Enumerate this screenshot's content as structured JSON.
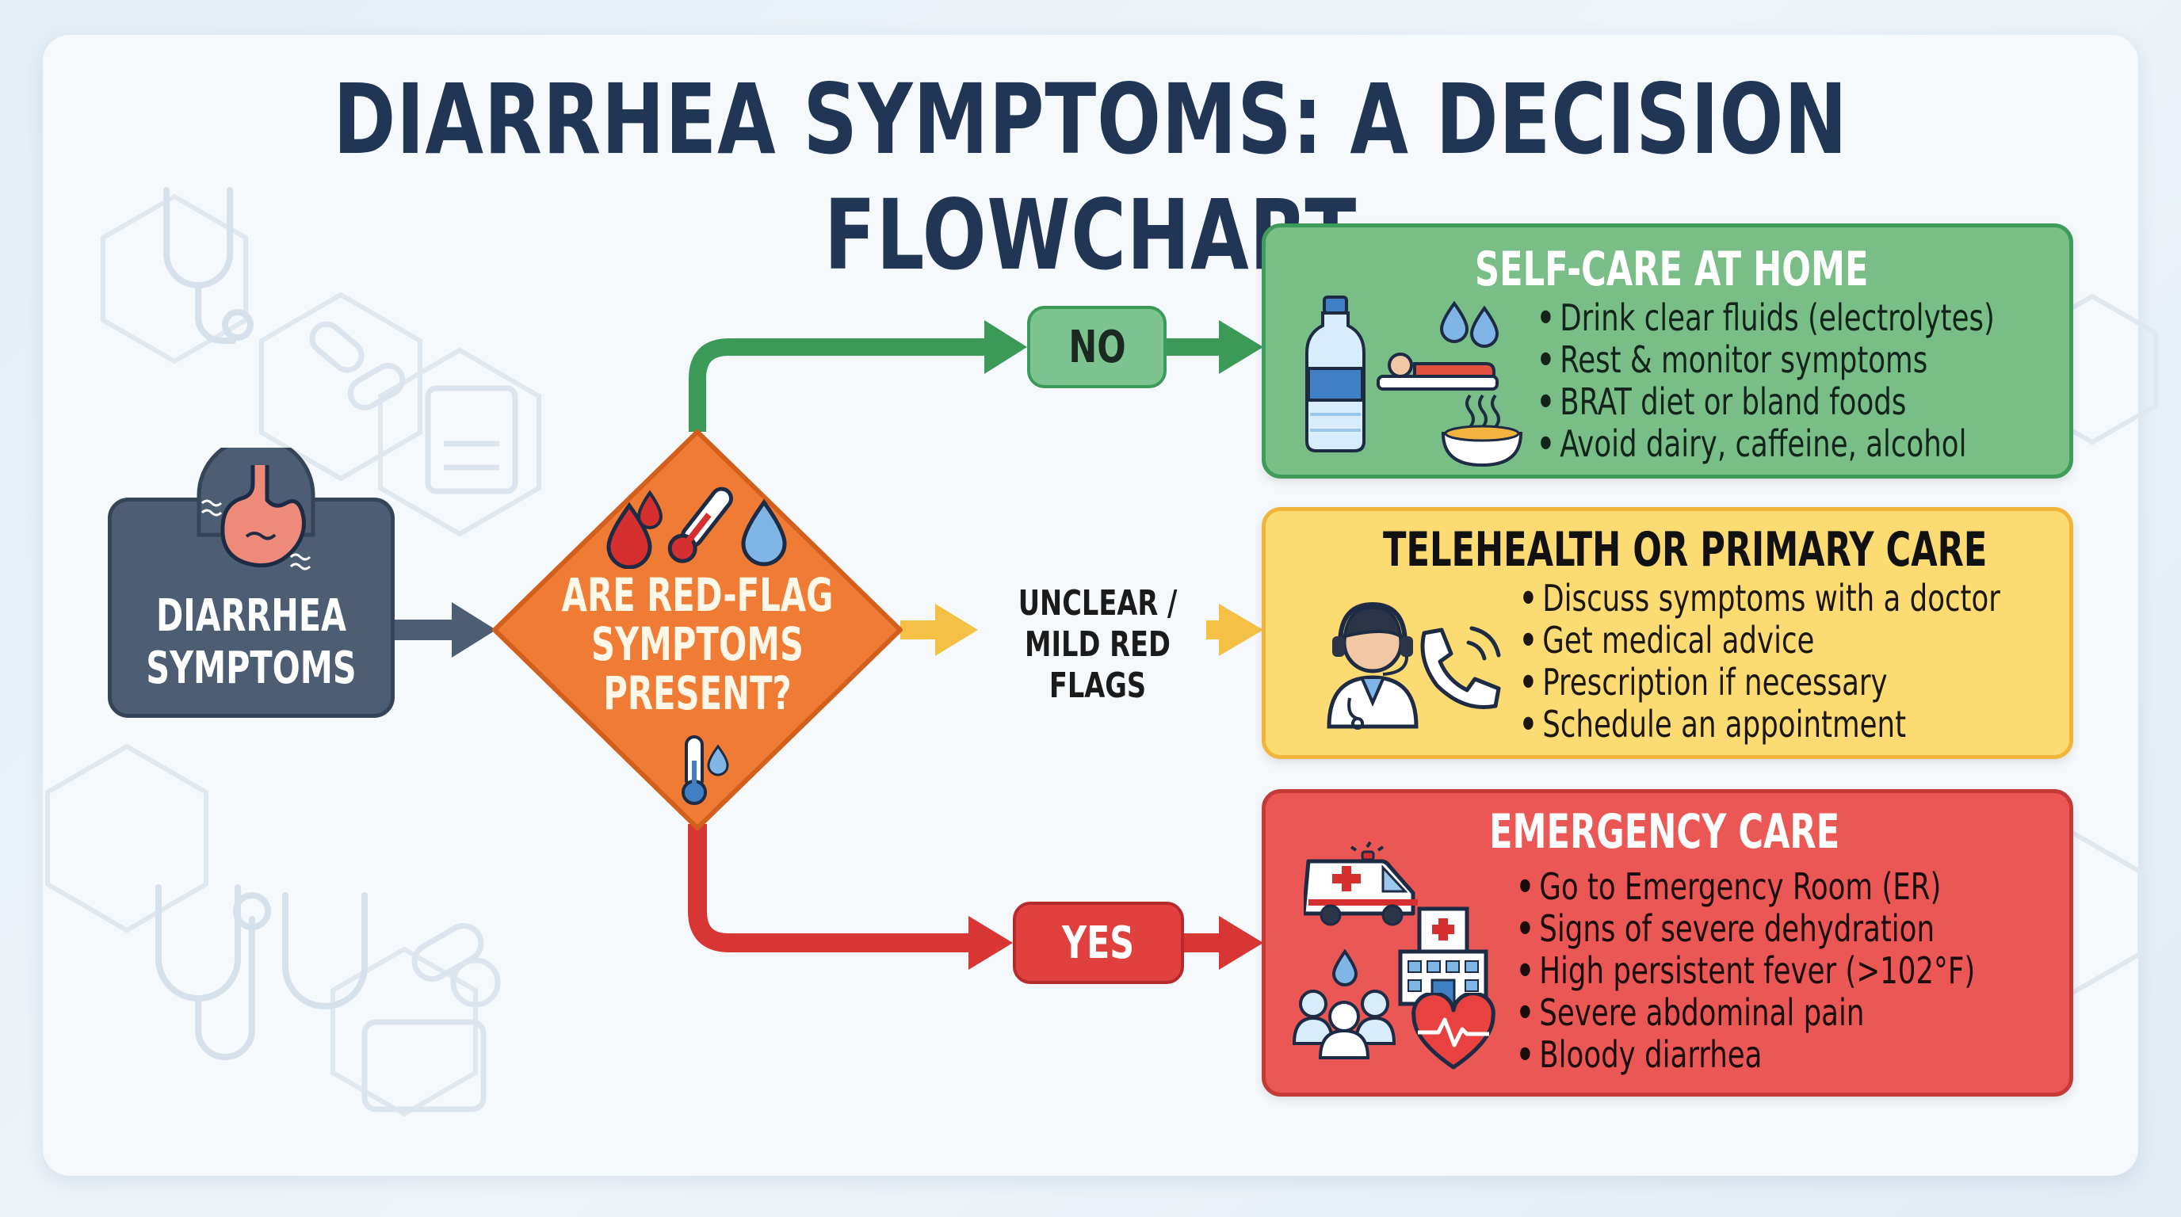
{
  "title": "DIARRHEA SYMPTOMS: A DECISION FLOWCHART",
  "start": {
    "label": "DIARRHEA\nSYMPTOMS",
    "icon": "stomach-icon"
  },
  "decision": {
    "question": "ARE RED-FLAG\nSYMPTOMS\nPRESENT?",
    "icons": [
      "blood-drop-icon",
      "thermometer-icon",
      "water-drop-icon"
    ]
  },
  "branches": {
    "no_label": "NO",
    "unclear_label": "UNCLEAR /\nMILD RED FLAGS",
    "yes_label": "YES"
  },
  "outcomes": {
    "self_care": {
      "title": "SELF-CARE AT HOME",
      "items": [
        "Drink clear fluids (electrolytes)",
        "Rest & monitor symptoms",
        "BRAT diet or bland foods",
        "Avoid dairy, caffeine, alcohol"
      ],
      "icons": [
        "water-bottle-icon",
        "water-drops-icon",
        "resting-person-icon",
        "soup-bowl-icon"
      ]
    },
    "telehealth": {
      "title": "TELEHEALTH OR PRIMARY CARE",
      "items": [
        "Discuss symptoms with a doctor",
        "Get medical advice",
        "Prescription if necessary",
        "Schedule an appointment"
      ],
      "icons": [
        "doctor-headset-icon",
        "phone-call-icon"
      ]
    },
    "emergency": {
      "title": "EMERGENCY CARE",
      "items": [
        "Go to Emergency Room (ER)",
        "Signs of severe dehydration",
        "High persistent fever (>102°F)",
        "Severe abdominal pain",
        "Bloody diarrhea"
      ],
      "icons": [
        "ambulance-icon",
        "hospital-icon",
        "people-icon",
        "heartbeat-icon"
      ]
    }
  },
  "colors": {
    "title": "#213555",
    "start": "#4c5d74",
    "decision": "#ef7b34",
    "no": "#3c9a58",
    "unclear": "#f4c146",
    "yes": "#d83634",
    "self_care_bg": "#78be86",
    "telehealth_bg": "#fddb73",
    "emergency_bg": "#eb5755"
  }
}
